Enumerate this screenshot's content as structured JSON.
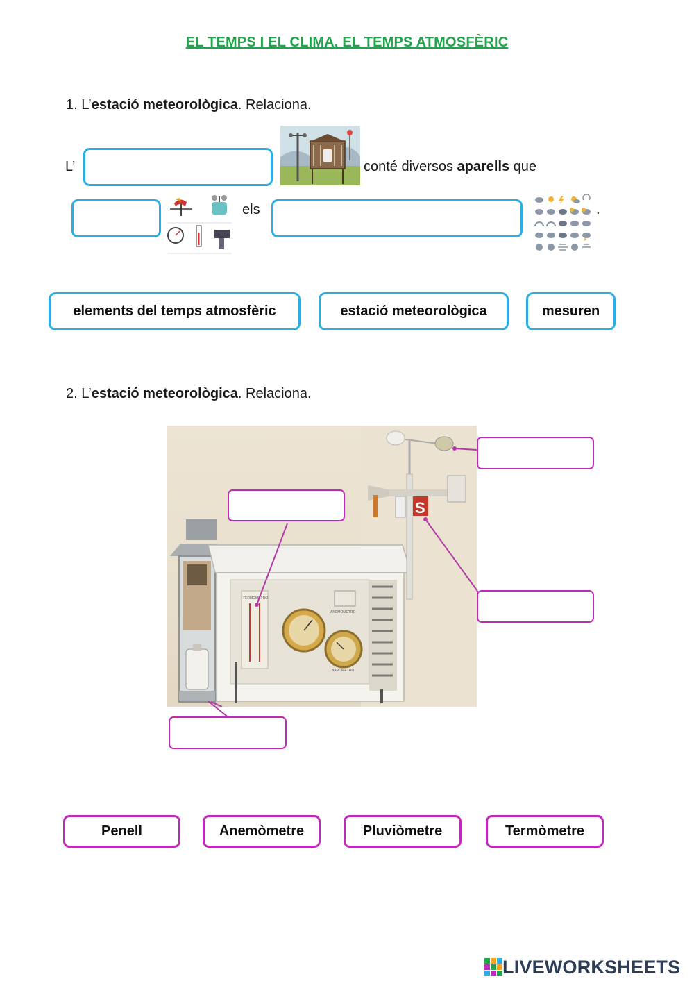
{
  "title": "EL TEMPS I EL CLIMA. EL TEMPS ATMOSFÈRIC",
  "q1": {
    "prefix": "1. L’",
    "bold": "estació meteorològica",
    "suffix": ". Relaciona.",
    "sentence_start": "L’",
    "sentence_mid": "conté diversos ",
    "sentence_mid_bold": "aparells",
    "sentence_mid_end": " que",
    "els": "els",
    "period": ".",
    "options": [
      "elements del temps atmosfèric",
      "estació meteorològica",
      "mesuren"
    ]
  },
  "q2": {
    "prefix": "2. L’",
    "bold": "estació meteorològica",
    "suffix": ". Relaciona.",
    "options": [
      "Penell",
      "Anemòmetre",
      "Pluviòmetre",
      "Termòmetre"
    ]
  },
  "photo_labels": {
    "thermometer": "TERMOMETRO",
    "anemometer": "ANEMOMETRO",
    "barometer": "BAROMETRO"
  },
  "brand": {
    "name": "LIVEWORKSHEETS",
    "colors": [
      "#1fa54a",
      "#f2a31b",
      "#2aaee4",
      "#c02ab8"
    ]
  }
}
